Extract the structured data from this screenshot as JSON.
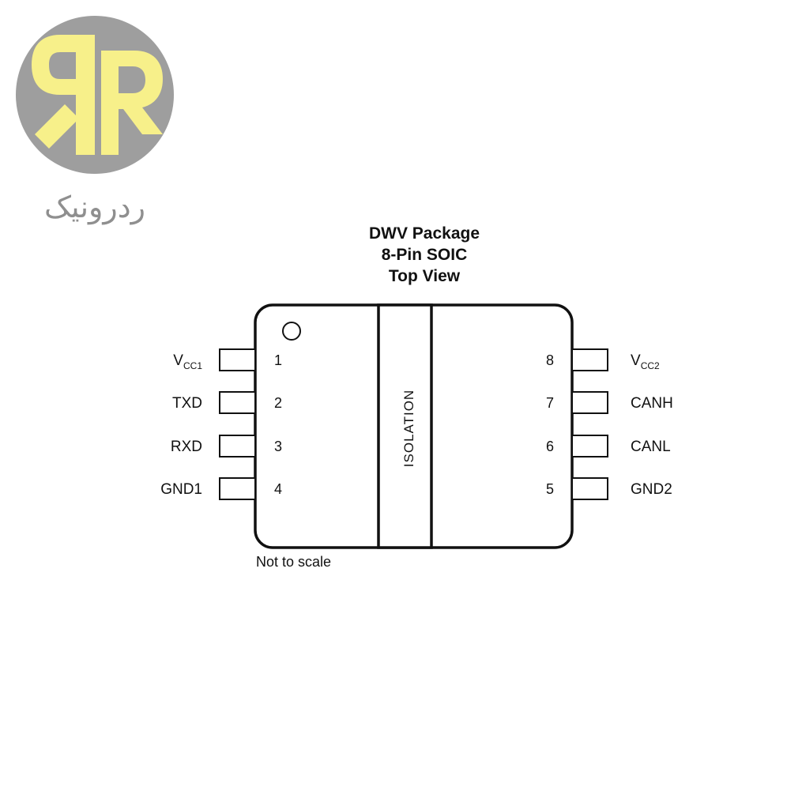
{
  "logo": {
    "text": "ردرونیک",
    "circle_color": "#9e9e9e",
    "glyph_color": "#f7f08a",
    "text_color": "#8f8f8f"
  },
  "title": {
    "line1": "DWV Package",
    "line2": "8-Pin SOIC",
    "line3": "Top View"
  },
  "isolation_label": "ISOLATION",
  "note": "Not to scale",
  "pins_left": [
    {
      "number": "1",
      "name": "V",
      "sub": "CC1"
    },
    {
      "number": "2",
      "name": "TXD",
      "sub": ""
    },
    {
      "number": "3",
      "name": "RXD",
      "sub": ""
    },
    {
      "number": "4",
      "name": "GND1",
      "sub": ""
    }
  ],
  "pins_right": [
    {
      "number": "8",
      "name": "V",
      "sub": "CC2"
    },
    {
      "number": "7",
      "name": "CANH",
      "sub": ""
    },
    {
      "number": "6",
      "name": "CANL",
      "sub": ""
    },
    {
      "number": "5",
      "name": "GND2",
      "sub": ""
    }
  ]
}
